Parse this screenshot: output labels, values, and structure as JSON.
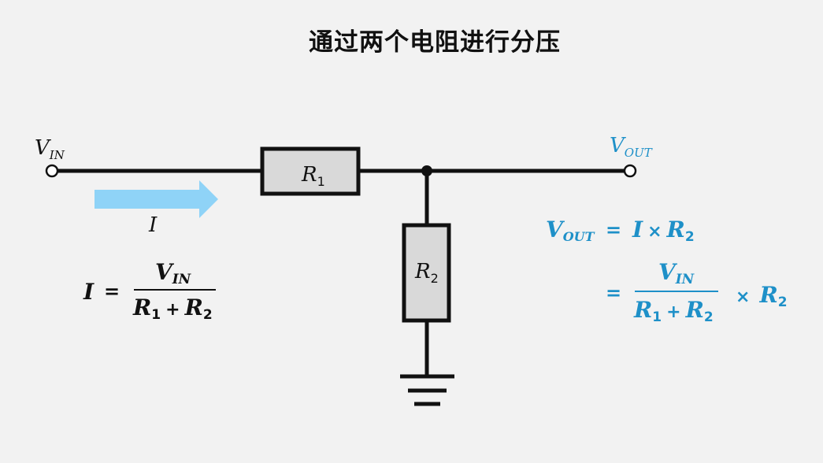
{
  "title": "通过两个电阻进行分压",
  "colors": {
    "wire": "#111111",
    "resistor_fill": "#d9d9d9",
    "arrow": "#8fd3f7",
    "accent": "#1e90c8",
    "background": "#f2f2f2"
  },
  "labels": {
    "vin_main": "V",
    "vin_sub": "IN",
    "vout_main": "V",
    "vout_sub": "OUT",
    "current": "I",
    "r_main": "R",
    "r1_sub": "1",
    "r2_sub": "2"
  },
  "formula_current": {
    "lhs": "I",
    "eq": "=",
    "num_main": "V",
    "num_sub": "IN",
    "den_r": "R",
    "den_sub1": "1",
    "plus": "+",
    "den_sub2": "2"
  },
  "formula_vout": {
    "lhs_main": "V",
    "lhs_sub": "OUT",
    "eq": "=",
    "i": "I",
    "times": "×",
    "r": "R",
    "r_sub": "2",
    "num_main": "V",
    "num_sub": "IN",
    "den_sub1": "1",
    "plus": "+",
    "den_sub2": "2"
  }
}
